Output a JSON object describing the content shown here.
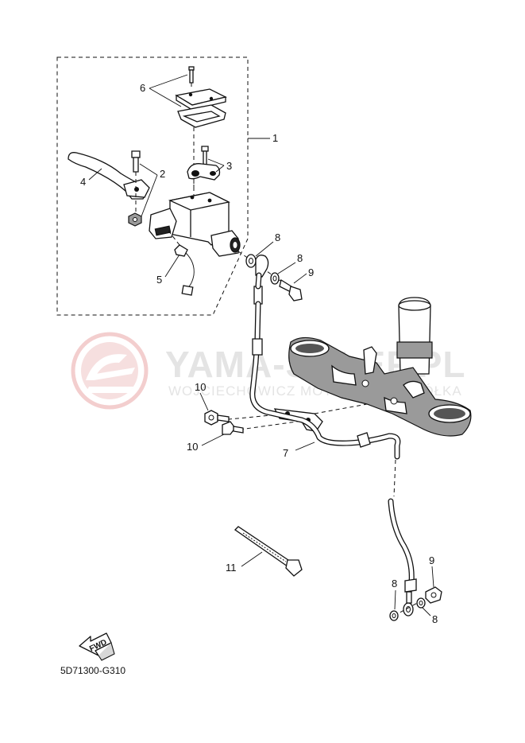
{
  "watermark": {
    "title": "YAMA-SKLEP.PL",
    "subtitle": "WOJCIECHOWICZ MOTOPOMOC SPÓŁKA"
  },
  "callouts": {
    "c1": "1",
    "c2": "2",
    "c3": "3",
    "c4": "4",
    "c5": "5",
    "c6": "6",
    "c7": "7",
    "c8a": "8",
    "c8b": "8",
    "c8c": "8",
    "c8d": "8",
    "c9a": "9",
    "c9b": "9",
    "c10a": "10",
    "c10b": "10",
    "c11": "11"
  },
  "fwd_label": "FWD",
  "diagram_code": "5D71300-G310",
  "colors": {
    "ink": "#111111",
    "watermark_grey": "#e4e4e4",
    "watermark_red": "#f2c9c9"
  }
}
